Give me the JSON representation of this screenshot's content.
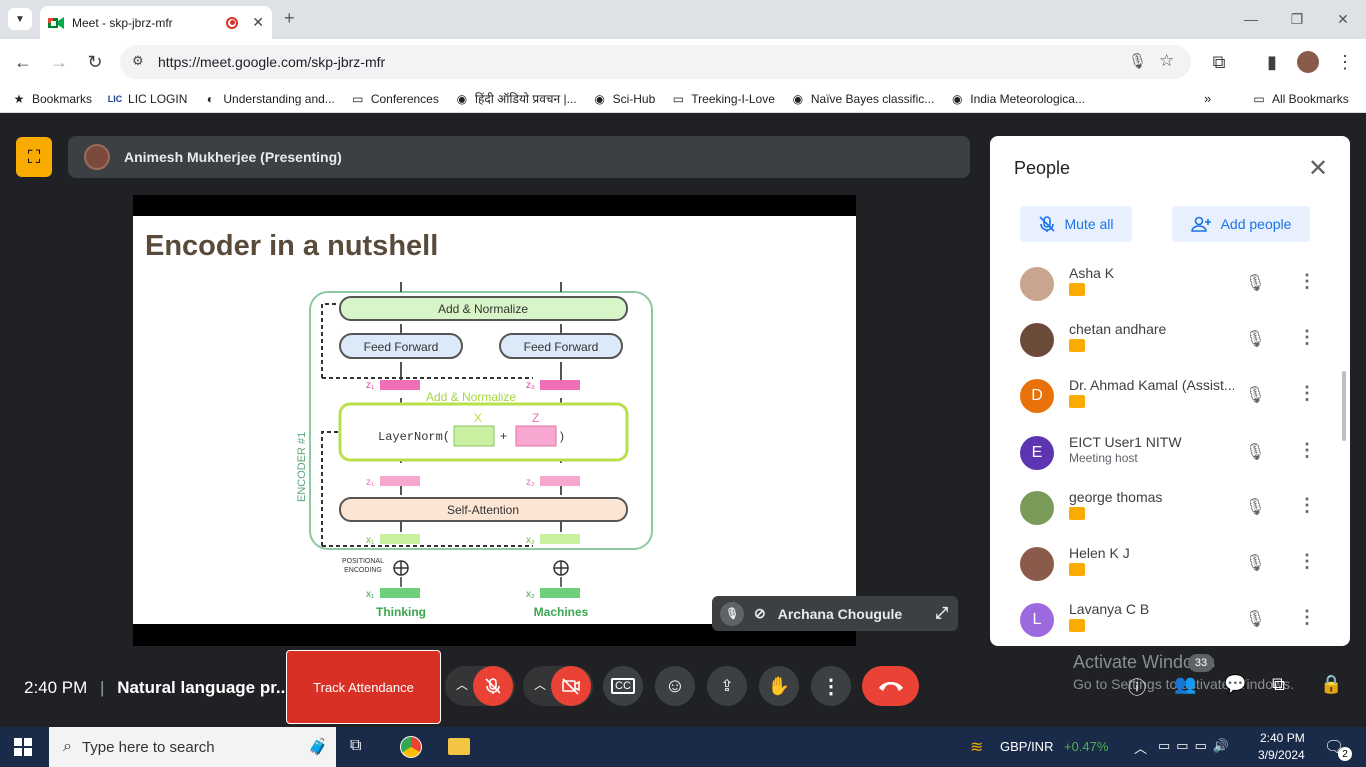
{
  "browser": {
    "tab_title": "Meet - skp-jbrz-mfr",
    "url": "https://meet.google.com/skp-jbrz-mfr",
    "bookmarks": [
      {
        "label": "Bookmarks",
        "icon": "star-icon"
      },
      {
        "label": "LIC LOGIN",
        "icon": "lic-icon"
      },
      {
        "label": "Understanding and...",
        "icon": "globe-icon"
      },
      {
        "label": "Conferences",
        "icon": "folder-icon"
      },
      {
        "label": "हिंदी ऑडियो प्रवचन |...",
        "icon": "globe-icon"
      },
      {
        "label": "Sci-Hub",
        "icon": "globe-icon"
      },
      {
        "label": "Treeking-I-Love",
        "icon": "folder-icon"
      },
      {
        "label": "Naïve Bayes classific...",
        "icon": "globe-icon"
      },
      {
        "label": "India Meteorologica...",
        "icon": "globe-icon"
      }
    ],
    "all_bookmarks": "All Bookmarks"
  },
  "meet": {
    "presenter": "Animesh Mukherjee (Presenting)",
    "slide": {
      "title": "Encoder in a nutshell",
      "diagram": {
        "add_norm": "Add & Normalize",
        "add_norm2": "Add & Normalize",
        "ff1": "Feed Forward",
        "ff2": "Feed Forward",
        "layernorm": "LayerNorm(",
        "plus": "+",
        "close": ")",
        "x": "X",
        "z": "Z",
        "self_attention": "Self-Attention",
        "encoder": "ENCODER #1",
        "positional": "POSITIONAL",
        "encoding": "ENCODING",
        "word1": "Thinking",
        "word2": "Machines",
        "z1": "z₁",
        "z2": "z₂",
        "x1": "x₁",
        "x2": "x₂"
      }
    },
    "self_tile_name": "Archana Chougule",
    "people_panel": {
      "title": "People",
      "mute_all": "Mute all",
      "add_people": "Add people",
      "participants": [
        {
          "name": "Asha K",
          "initial": "",
          "color": "#c9a48e"
        },
        {
          "name": "chetan andhare",
          "initial": "",
          "color": "#6b4a3a"
        },
        {
          "name": "Dr. Ahmad Kamal (Assist...",
          "initial": "D",
          "color": "#e8710a"
        },
        {
          "name": "EICT User1 NITW",
          "sub": "Meeting host",
          "initial": "E",
          "color": "#5e35b1"
        },
        {
          "name": "george thomas",
          "initial": "",
          "color": "#7a9a5a"
        },
        {
          "name": "Helen K J",
          "initial": "",
          "color": "#8a5a4a"
        },
        {
          "name": "Lavanya C B",
          "initial": "L",
          "color": "#9c6ade"
        }
      ]
    },
    "bottom": {
      "time": "2:40 PM",
      "separator": "|",
      "meeting_name": "Natural language pr...",
      "track_attendance": "Track Attendance",
      "participants_count": "33",
      "activate_title": "Activate Windows",
      "activate_sub": "Go to Settings to activate Windows."
    }
  },
  "taskbar": {
    "search_placeholder": "Type here to search",
    "ticker": "GBP/INR",
    "ticker_change": "+0.47%",
    "time": "2:40 PM",
    "date": "3/9/2024",
    "notifications": "2"
  }
}
